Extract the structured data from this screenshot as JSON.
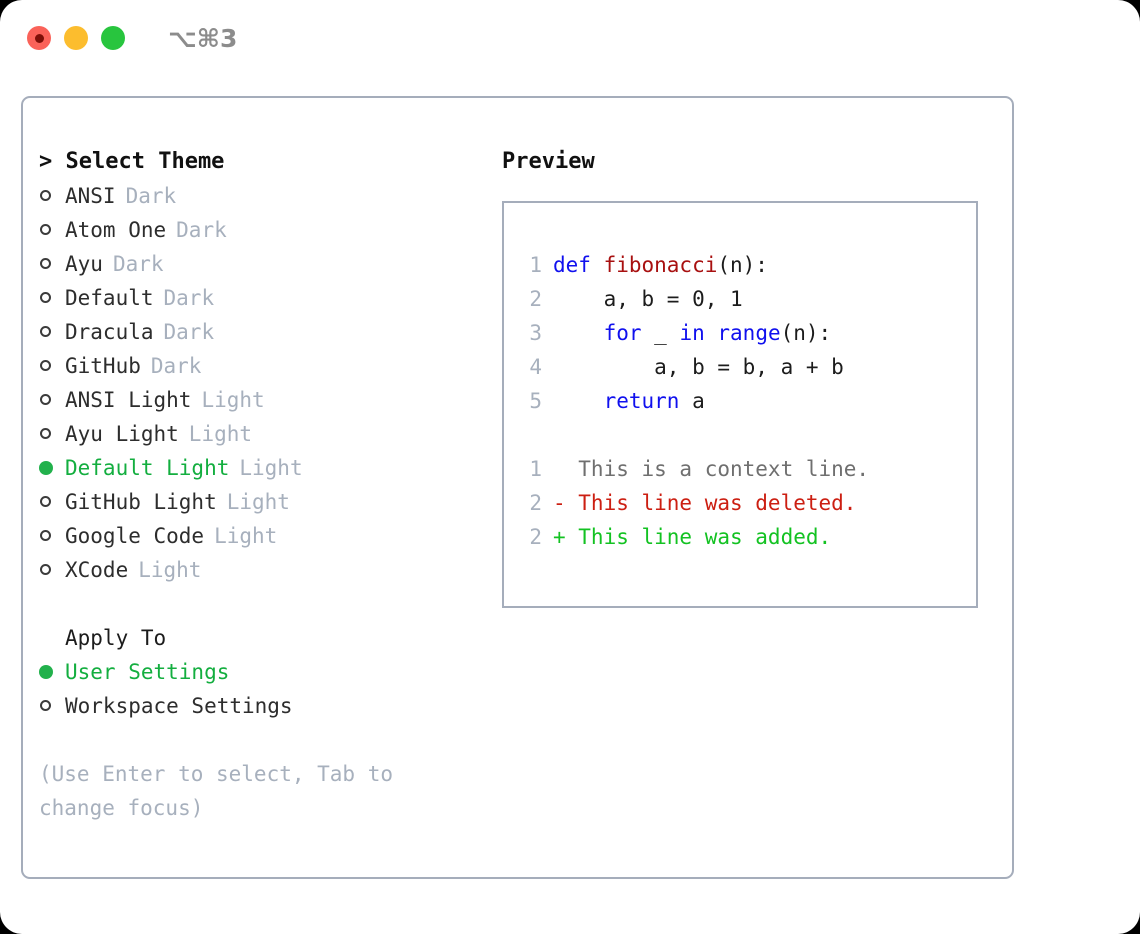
{
  "window": {
    "title": "⌥⌘3",
    "traffic_lights": [
      "close-red",
      "minimize-yellow",
      "maximize-green"
    ]
  },
  "theme_picker": {
    "header": "> Select Theme",
    "options": [
      {
        "name": "ANSI",
        "tag": "Dark",
        "selected": false
      },
      {
        "name": "Atom One",
        "tag": "Dark",
        "selected": false
      },
      {
        "name": "Ayu",
        "tag": "Dark",
        "selected": false
      },
      {
        "name": "Default",
        "tag": "Dark",
        "selected": false
      },
      {
        "name": "Dracula",
        "tag": "Dark",
        "selected": false
      },
      {
        "name": "GitHub",
        "tag": "Dark",
        "selected": false
      },
      {
        "name": "ANSI Light",
        "tag": "Light",
        "selected": false
      },
      {
        "name": "Ayu Light",
        "tag": "Light",
        "selected": false
      },
      {
        "name": "Default Light",
        "tag": "Light",
        "selected": true
      },
      {
        "name": "GitHub Light",
        "tag": "Light",
        "selected": false
      },
      {
        "name": "Google Code",
        "tag": "Light",
        "selected": false
      },
      {
        "name": "XCode",
        "tag": "Light",
        "selected": false
      }
    ]
  },
  "apply_to": {
    "header": "Apply To",
    "options": [
      {
        "name": "User Settings",
        "selected": true
      },
      {
        "name": "Workspace Settings",
        "selected": false
      }
    ]
  },
  "hint": "(Use Enter to select, Tab to change focus)",
  "preview": {
    "header": "Preview",
    "code_lines": [
      {
        "num": "1",
        "tokens": [
          {
            "t": "def ",
            "c": "kw"
          },
          {
            "t": "fibonacci",
            "c": "fn"
          },
          {
            "t": "(n):",
            "c": "plain"
          }
        ]
      },
      {
        "num": "2",
        "tokens": [
          {
            "t": "    a, b = 0, 1",
            "c": "plain"
          }
        ]
      },
      {
        "num": "3",
        "tokens": [
          {
            "t": "    for ",
            "c": "kw"
          },
          {
            "t": "_ ",
            "c": "plain"
          },
          {
            "t": "in ",
            "c": "kw"
          },
          {
            "t": "range",
            "c": "kw"
          },
          {
            "t": "(n):",
            "c": "plain"
          }
        ]
      },
      {
        "num": "4",
        "tokens": [
          {
            "t": "        a, b = b, a + b",
            "c": "plain"
          }
        ]
      },
      {
        "num": "5",
        "tokens": [
          {
            "t": "    return ",
            "c": "kw"
          },
          {
            "t": "a",
            "c": "plain"
          }
        ]
      }
    ],
    "diff_lines": [
      {
        "num": "1",
        "text": "  This is a context line.",
        "kind": "ctx"
      },
      {
        "num": "2",
        "text": "- This line was deleted.",
        "kind": "del"
      },
      {
        "num": "2",
        "text": "+ This line was added.",
        "kind": "add"
      }
    ]
  },
  "colors": {
    "selected_green": "#13ae3f",
    "muted_gray": "#a7b0bd",
    "border": "#a5adbb",
    "keyword_blue": "#1010ee",
    "function_darkred": "#a81010",
    "diff_delete_red": "#cc1f12",
    "diff_add_green": "#13c222"
  }
}
